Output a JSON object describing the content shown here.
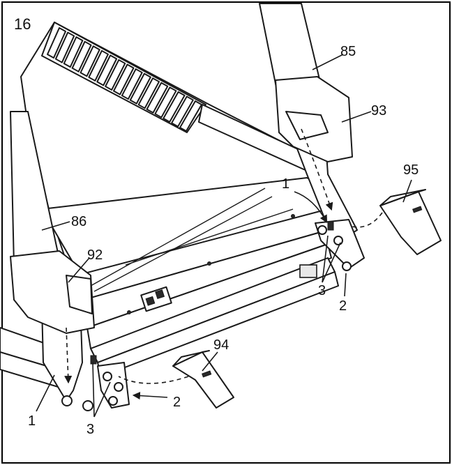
{
  "step_number": "16",
  "callouts": {
    "c85": "85",
    "c93": "93",
    "c95": "95",
    "c86": "86",
    "c92": "92",
    "c94": "94",
    "c1_right": "1",
    "c3_right": "3",
    "c2_right": "2",
    "c1_left": "1",
    "c3_left": "3",
    "c2_left": "2"
  },
  "colors": {
    "line": "#1a1a1a",
    "background": "#ffffff",
    "frame": "#000000"
  }
}
